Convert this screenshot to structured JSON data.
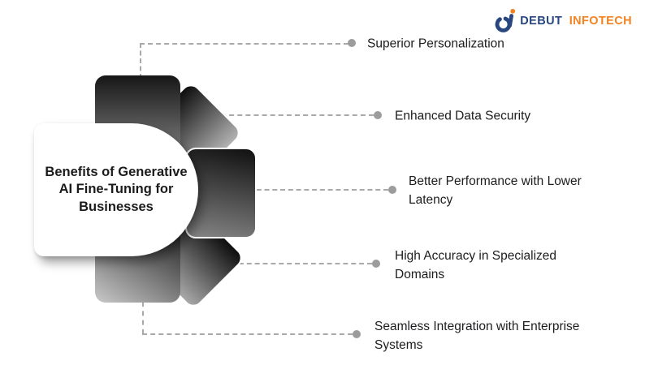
{
  "logo": {
    "brand_primary": "DEBUT",
    "brand_secondary": "INFOTECH",
    "primary_color": "#27477E",
    "secondary_color": "#F58220"
  },
  "center_card": {
    "title": "Benefits of Generative AI Fine-Tuning for Businesses"
  },
  "benefits": [
    {
      "label": "Superior Personalization"
    },
    {
      "label": "Enhanced Data Security"
    },
    {
      "label": "Better Performance with Lower Latency"
    },
    {
      "label": "High Accuracy in Specialized Domains"
    },
    {
      "label": "Seamless Integration with Enterprise Systems"
    }
  ],
  "colors": {
    "text": "#1D1D1F",
    "dot": "#9C9C9C",
    "dash_line": "#A9A9A9",
    "petal_dark": "#0E0E0E",
    "petal_light": "#C9C9C9",
    "card_background": "#FFFFFF"
  }
}
